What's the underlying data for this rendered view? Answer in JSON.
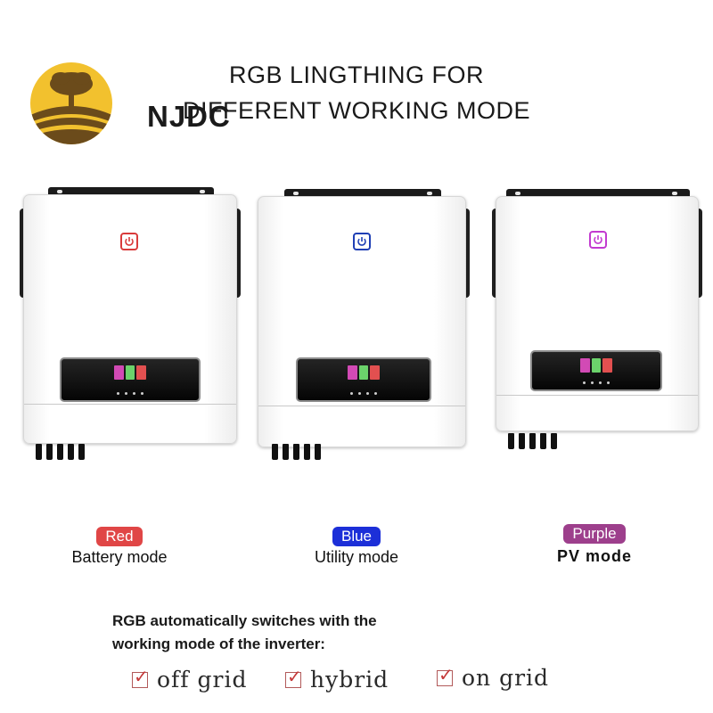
{
  "brand": {
    "name": "NJDC",
    "logo_icon": "tree-on-hill-logo-icon",
    "logo_colors": [
      "#f2c12e",
      "#6b4b1b"
    ]
  },
  "title": {
    "line1": "RGB LINGTHING FOR",
    "line2": "DIFFERENT WORKING MODE"
  },
  "inverters": [
    {
      "color_name": "Red",
      "mode": "Battery mode",
      "light_color": "#d93b3b",
      "badge_color": "#e04646",
      "icon": "power-icon"
    },
    {
      "color_name": "Blue",
      "mode": "Utility mode",
      "light_color": "#1f3fb5",
      "badge_color": "#1c2fd8",
      "icon": "power-icon"
    },
    {
      "color_name": "Purple",
      "mode": "PV mode",
      "light_color": "#c23ad0",
      "badge_color": "#9d3f8c",
      "icon": "power-icon"
    }
  ],
  "note": {
    "line1": "RGB automatically switches with the",
    "line2": "working mode of the inverter:"
  },
  "checks": [
    {
      "label": "off grid",
      "icon": "checkbox-checked-icon"
    },
    {
      "label": "hybrid",
      "icon": "checkbox-checked-icon"
    },
    {
      "label": "on grid",
      "icon": "checkbox-checked-icon"
    }
  ]
}
